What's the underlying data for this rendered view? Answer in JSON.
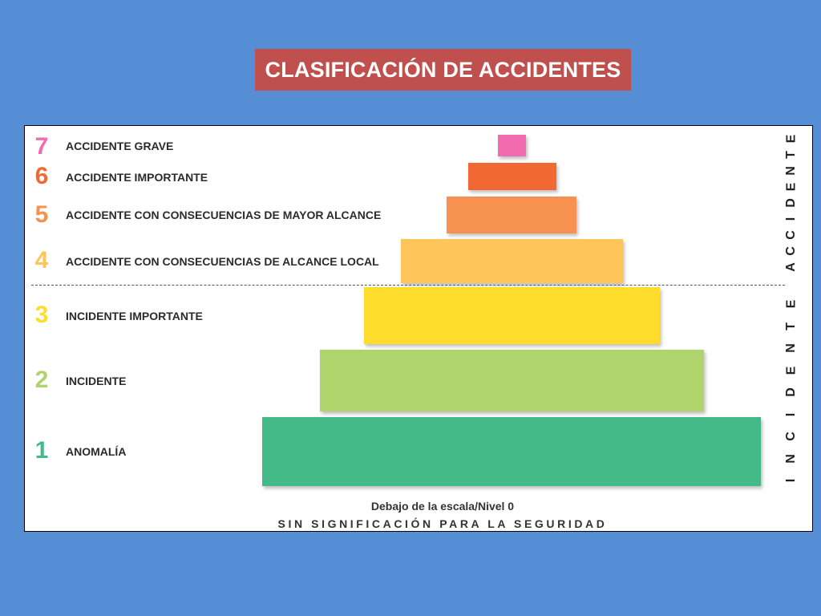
{
  "title": "CLASIFICACIÓN DE ACCIDENTES",
  "levels": [
    {
      "number": "7",
      "label": "ACCIDENTE GRAVE",
      "color": "#f06bb0"
    },
    {
      "number": "6",
      "label": "ACCIDENTE IMPORTANTE",
      "color": "#f26832"
    },
    {
      "number": "5",
      "label": "ACCIDENTE CON CONSECUENCIAS DE MAYOR ALCANCE",
      "color": "#f79150"
    },
    {
      "number": "4",
      "label": "ACCIDENTE CON CONSECUENCIAS DE ALCANCE LOCAL",
      "color": "#fdc55a"
    },
    {
      "number": "3",
      "label": "INCIDENTE IMPORTANTE",
      "color": "#fedc2b"
    },
    {
      "number": "2",
      "label": "INCIDENTE",
      "color": "#afd46b"
    },
    {
      "number": "1",
      "label": "ANOMALÍA",
      "color": "#43ba88"
    }
  ],
  "side_labels": {
    "accidente": "ACCIDENTE",
    "incidente": "INCIDENTE"
  },
  "below_scale": "Debajo de la escala/Nivel 0",
  "no_significance": "SIN SIGNIFICACIÓN PARA LA SEGURIDAD"
}
